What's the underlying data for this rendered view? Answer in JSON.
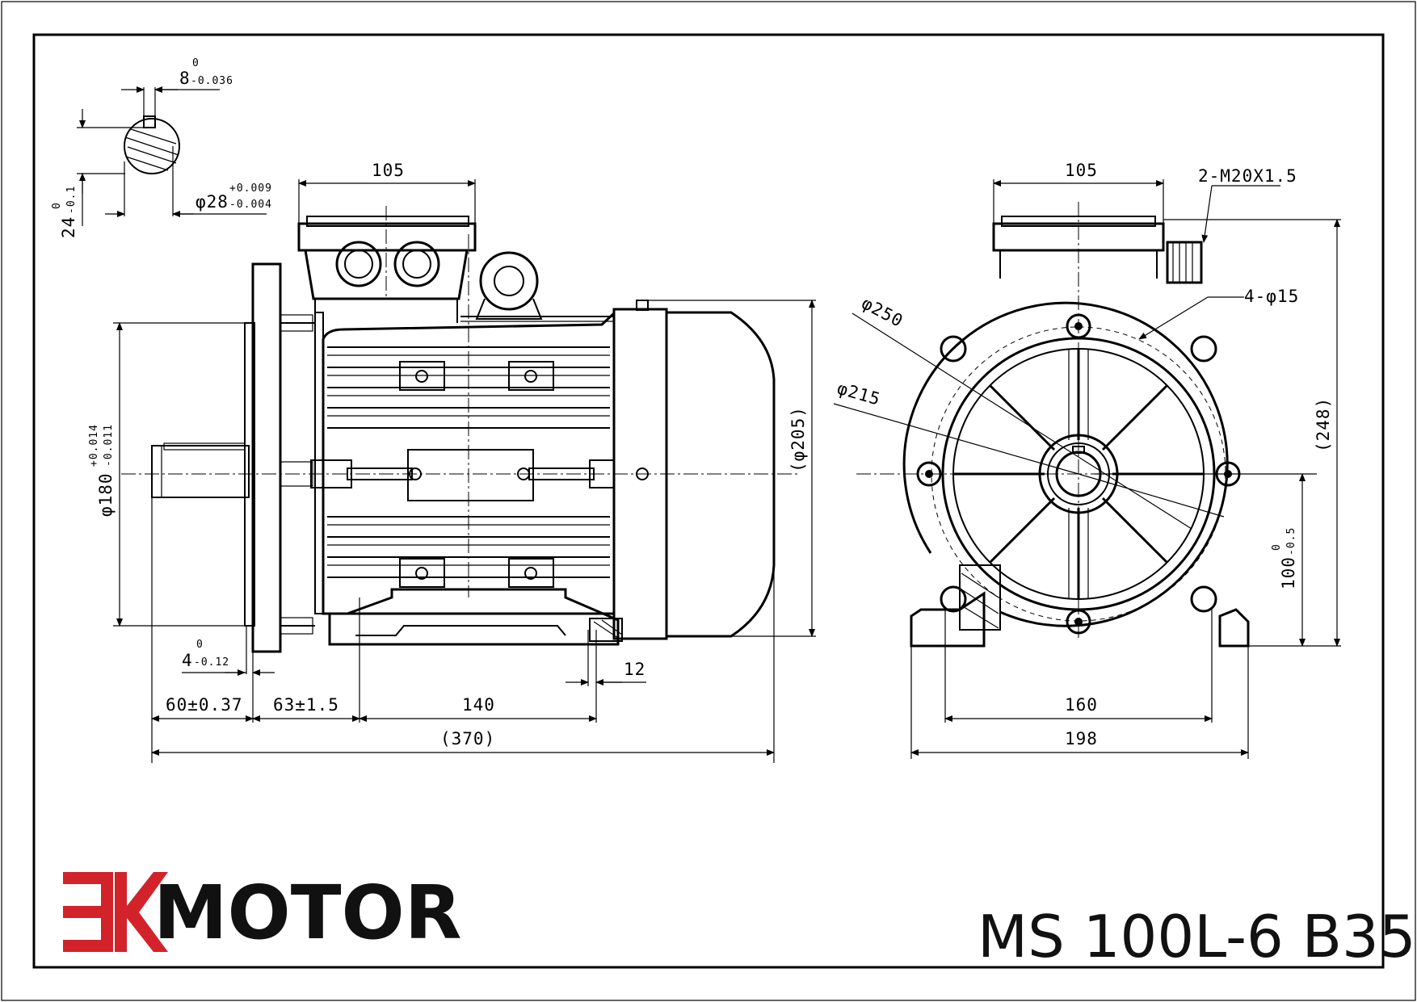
{
  "title_block": {
    "brand_mark": "3K",
    "brand": "MOTOR",
    "model": "MS 100L-6 B35",
    "brand_color": "#d2232a"
  },
  "side_view": {
    "terminal_box_width": "105",
    "shaft_diameter": "φ180",
    "shaft_diameter_tol_upper": "+0.014",
    "shaft_diameter_tol_lower": "-0.011",
    "fan_cover_diameter": "(φ205)",
    "flange_offset": "4",
    "flange_offset_tol_upper": "0",
    "flange_offset_tol_lower": "-0.12",
    "dim_shaft_length": "60±0.37",
    "dim_flange_to_foot": "63±1.5",
    "dim_foot_span": "140",
    "dim_foot_hole": "12",
    "dim_total_length": "(370)"
  },
  "key_detail": {
    "key_width": "8",
    "key_width_tol_upper": "0",
    "key_width_tol_lower": "-0.036",
    "shaft_dia": "φ28",
    "shaft_dia_tol_upper": "+0.009",
    "shaft_dia_tol_lower": "-0.004",
    "key_height": "24",
    "key_height_tol_upper": "0",
    "key_height_tol_lower": "-0.1"
  },
  "end_view": {
    "terminal_box_width": "105",
    "cable_glands": "2-M20X1.5",
    "flange_holes": "4-φ15",
    "pcd_outer": "φ250",
    "pcd_inner": "φ215",
    "total_height": "(248)",
    "shaft_height": "100",
    "shaft_height_tol_upper": "0",
    "shaft_height_tol_lower": "-0.5",
    "foot_hole_span": "160",
    "foot_width": "198"
  }
}
